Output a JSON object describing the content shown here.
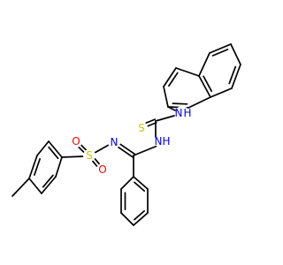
{
  "molecule": {
    "atoms": {
      "S_thione": {
        "text": "S",
        "color": "#cccc00"
      },
      "NH_naphthyl": {
        "text": "N",
        "sub": "H",
        "color": "#0000ff"
      },
      "NH_imidoyl": {
        "text": "N",
        "sub": "H",
        "color": "#0000ff"
      },
      "N_imine": {
        "text": "N",
        "color": "#0000ff"
      },
      "S_sulfonyl": {
        "text": "S",
        "color": "#cccc00"
      },
      "O_top": {
        "text": "O",
        "color": "#ff0000"
      },
      "O_bottom": {
        "text": "O",
        "color": "#ff0000"
      }
    }
  }
}
